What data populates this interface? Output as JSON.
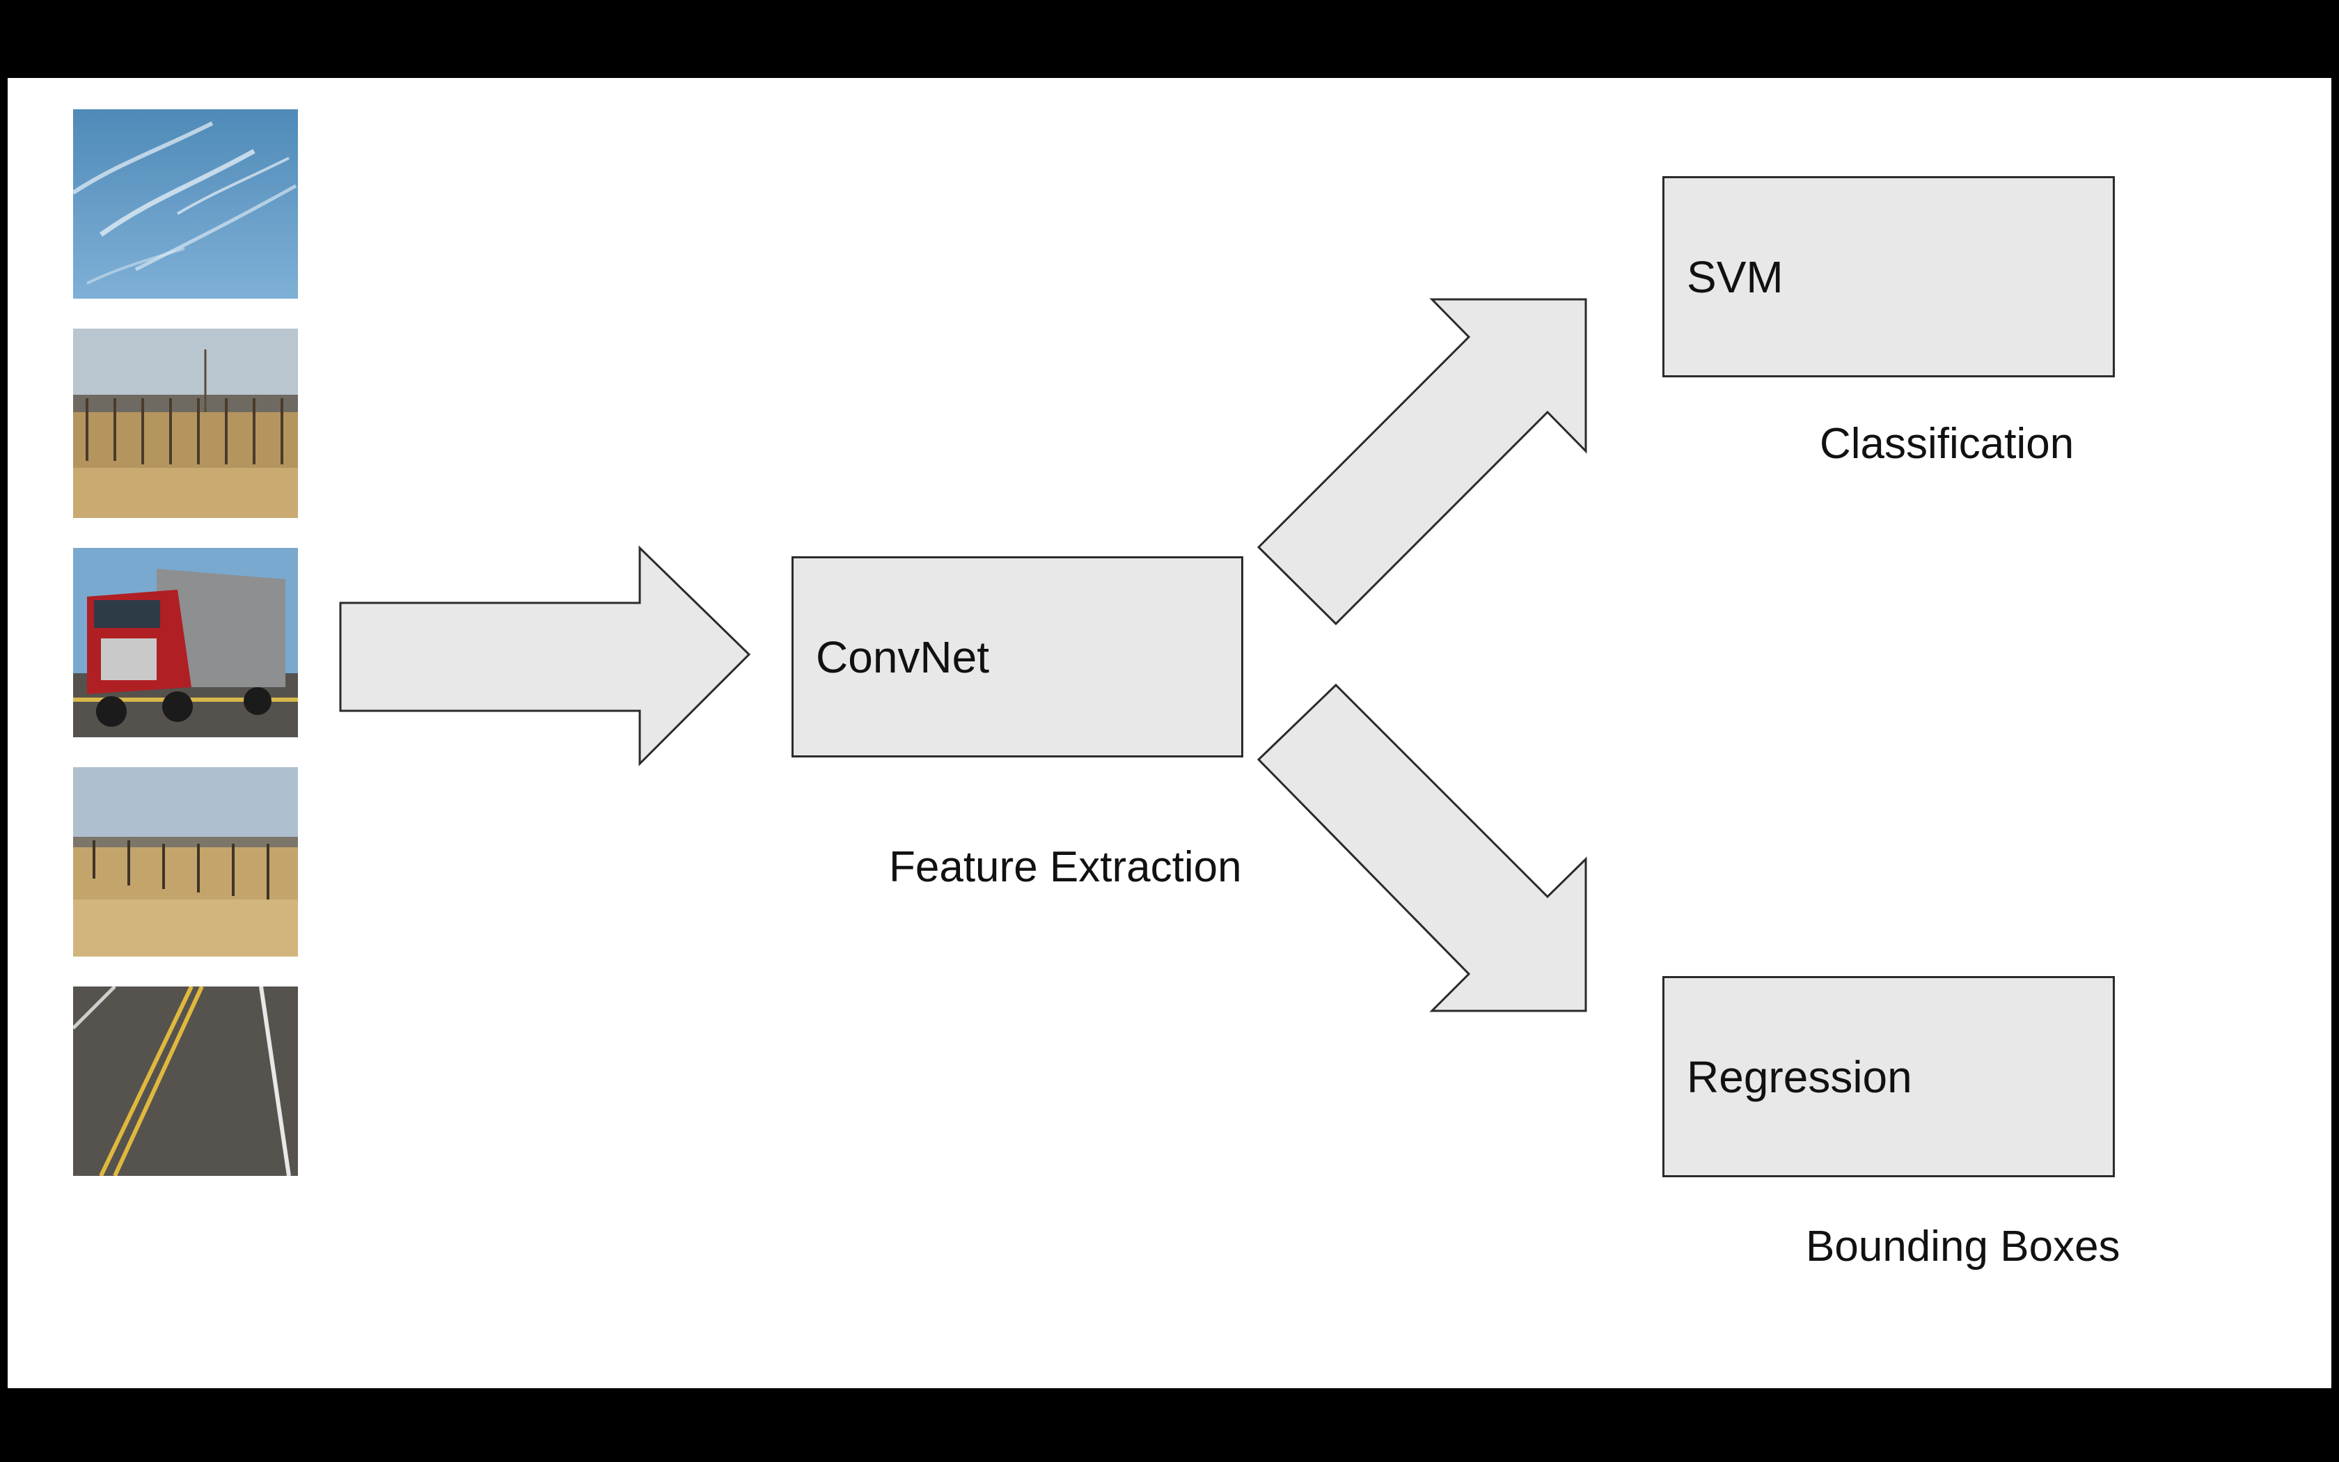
{
  "slide": {
    "images": [
      {
        "name": "sky-clouds"
      },
      {
        "name": "prairie-fence"
      },
      {
        "name": "red-semi-truck"
      },
      {
        "name": "dry-grass-field"
      },
      {
        "name": "asphalt-road"
      }
    ],
    "boxes": {
      "convnet": "ConvNet",
      "svm": "SVM",
      "regression": "Regression"
    },
    "captions": {
      "feature_extraction": "Feature Extraction",
      "classification": "Classification",
      "bounding_boxes": "Bounding Boxes"
    },
    "colors": {
      "box_fill": "#e8e8e8",
      "box_border": "#2b2b2b",
      "background": "#ffffff",
      "frame": "#000000"
    }
  }
}
